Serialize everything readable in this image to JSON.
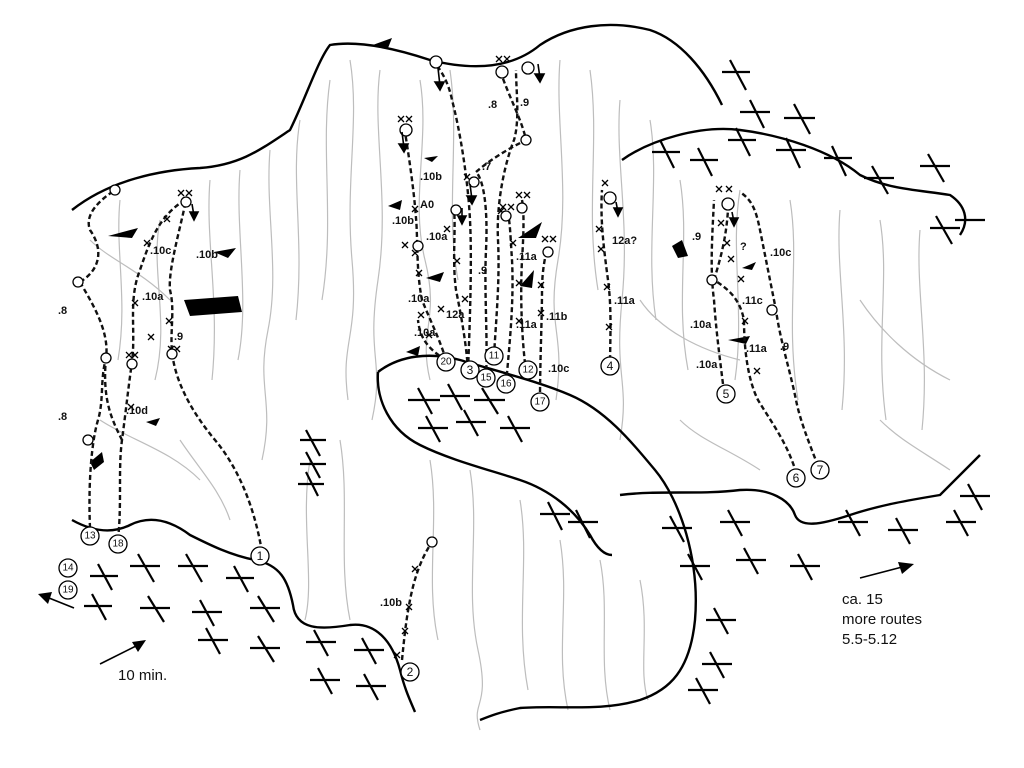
{
  "grades": [
    {
      "id": "g1",
      "text": ".8"
    },
    {
      "id": "g2",
      "text": ".8"
    },
    {
      "id": "g3",
      "text": ".10c"
    },
    {
      "id": "g4",
      "text": ".10b"
    },
    {
      "id": "g5",
      "text": ".10a"
    },
    {
      "id": "g6",
      "text": ".9"
    },
    {
      "id": "g7",
      "text": ".10d"
    },
    {
      "id": "g8",
      "text": ".8"
    },
    {
      "id": "g9",
      "text": ".9"
    },
    {
      "id": "g10",
      "text": ".7"
    },
    {
      "id": "g11",
      "text": ".10b"
    },
    {
      "id": "g12",
      "text": "A0"
    },
    {
      "id": "g13",
      "text": ".10b"
    },
    {
      "id": "g14",
      "text": ".10a"
    },
    {
      "id": "g15",
      "text": ".9"
    },
    {
      "id": "g16",
      "text": ".10a"
    },
    {
      "id": "g17",
      "text": "12a"
    },
    {
      "id": "g18",
      "text": ".10a"
    },
    {
      "id": "g19",
      "text": ".11a"
    },
    {
      "id": "g20",
      "text": ".11b"
    },
    {
      "id": "g21",
      "text": ".11a"
    },
    {
      "id": "g22",
      "text": ".10c"
    },
    {
      "id": "g23",
      "text": "12a?"
    },
    {
      "id": "g24",
      "text": ".11a"
    },
    {
      "id": "g25",
      "text": ".9"
    },
    {
      "id": "g26",
      "text": "?"
    },
    {
      "id": "g27",
      "text": ".10c"
    },
    {
      "id": "g28",
      "text": ".11c"
    },
    {
      "id": "g29",
      "text": ".10a"
    },
    {
      "id": "g30",
      "text": ".11a"
    },
    {
      "id": "g31",
      "text": ".9"
    },
    {
      "id": "g32",
      "text": ".10a"
    },
    {
      "id": "g33",
      "text": ".10b"
    }
  ],
  "routes": [
    "1",
    "2",
    "3",
    "4",
    "5",
    "6",
    "7",
    "11",
    "12",
    "13",
    "14",
    "15",
    "16",
    "17",
    "18",
    "19",
    "20"
  ],
  "approach": {
    "time": "10 min."
  },
  "more": {
    "line1": "ca. 15",
    "line2": "more routes",
    "line3": "5.5-5.12"
  }
}
